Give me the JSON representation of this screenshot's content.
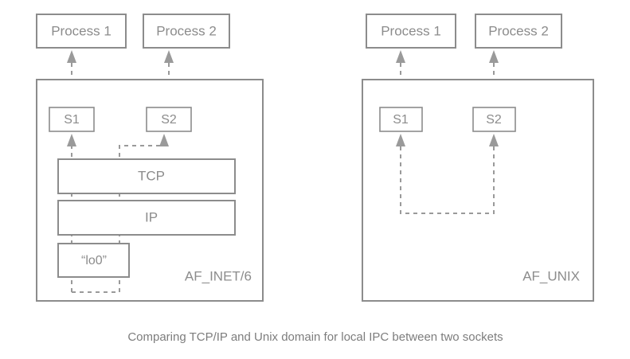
{
  "figure": {
    "caption": "Comparing TCP/IP and Unix domain for local IPC between two sockets",
    "stroke_color": "#8c8c8c",
    "dash_color": "#9a9a9a",
    "text_color": "#8c8c8c",
    "background": "#ffffff"
  },
  "panels": [
    {
      "id": "af-inet",
      "domain_label": "AF_INET/6",
      "processes": [
        {
          "label": "Process 1"
        },
        {
          "label": "Process 2"
        }
      ],
      "sockets": [
        {
          "label": "S1"
        },
        {
          "label": "S2"
        }
      ],
      "stack": [
        {
          "label": "TCP"
        },
        {
          "label": "IP"
        },
        {
          "label": "“lo0”"
        }
      ]
    },
    {
      "id": "af-unix",
      "domain_label": "AF_UNIX",
      "processes": [
        {
          "label": "Process 1"
        },
        {
          "label": "Process 2"
        }
      ],
      "sockets": [
        {
          "label": "S1"
        },
        {
          "label": "S2"
        }
      ],
      "stack": []
    }
  ]
}
